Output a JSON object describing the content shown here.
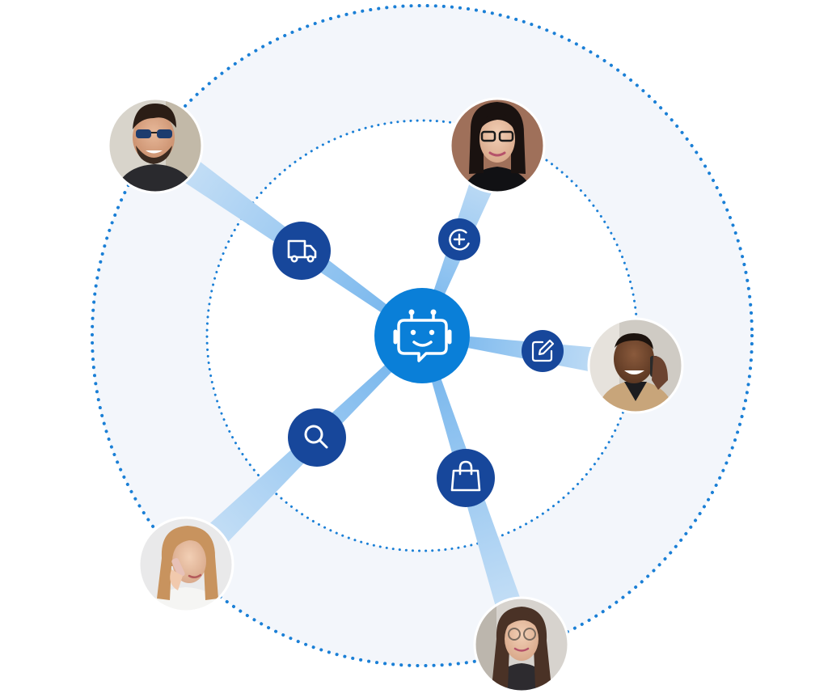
{
  "colors": {
    "background": "#ffffff",
    "outer_ring_fill": "#f3f6fb",
    "dotted_ring": "#1a7fd6",
    "hub_fill": "#0a7fd8",
    "icon_node_fill": "#17479b",
    "connector_light": "#cfe4f7",
    "connector_dark": "#6fb2ec",
    "icon_stroke": "#ffffff"
  },
  "hub": {
    "icon": "chatbot-robot-icon"
  },
  "channels": [
    {
      "id": "delivery",
      "icon": "delivery-truck-icon",
      "customer": "customer-man-sunglasses"
    },
    {
      "id": "add",
      "icon": "add-circle-icon",
      "customer": "customer-woman-glasses-dark-hair"
    },
    {
      "id": "edit",
      "icon": "edit-note-icon",
      "customer": "customer-man-phone-call"
    },
    {
      "id": "shopping",
      "icon": "shopping-bag-icon",
      "customer": "customer-woman-glasses-long-hair"
    },
    {
      "id": "search",
      "icon": "search-icon",
      "customer": "customer-woman-phone-call"
    }
  ]
}
